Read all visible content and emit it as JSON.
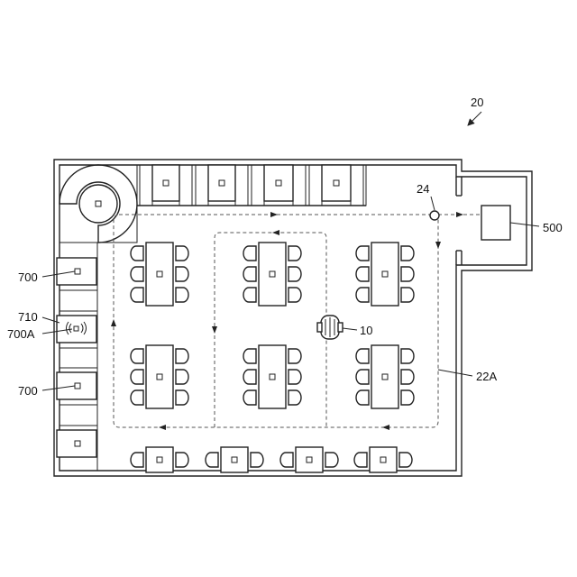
{
  "figure_number": "20",
  "labels": {
    "sensor": "24",
    "robot": "10",
    "station": "500",
    "path": "22A",
    "kiosk_top": "700",
    "beacon_device": "710",
    "beacon": "700A",
    "kiosk_bottom": "700"
  },
  "colors": {
    "line": "#222222",
    "background": "#ffffff"
  }
}
